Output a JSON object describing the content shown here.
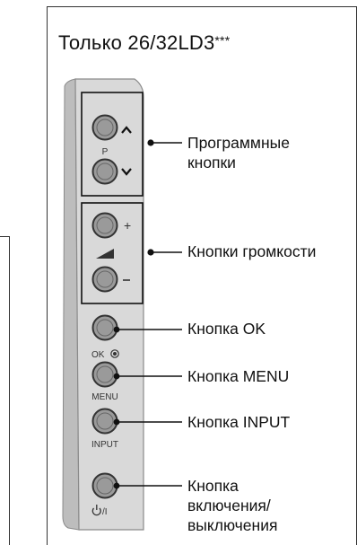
{
  "title": "Только 26/32LD3",
  "title_suffix": "***",
  "panel": {
    "button_texts": {
      "program": "P",
      "ok": "OK",
      "menu": "MENU",
      "input": "INPUT",
      "power": "/I"
    }
  },
  "callouts": {
    "program": "Программные\nкнопки",
    "volume": "Кнопки громкости",
    "ok": "Кнопка OK",
    "menu": "Кнопка MENU",
    "input": "Кнопка INPUT",
    "power": "Кнопка\nвключения/\nвыключения"
  },
  "colors": {
    "panel_fill": "#d9d9d9",
    "panel_edge": "#8a8a8a",
    "button_fill": "#9a9a9a",
    "line": "#111111"
  }
}
